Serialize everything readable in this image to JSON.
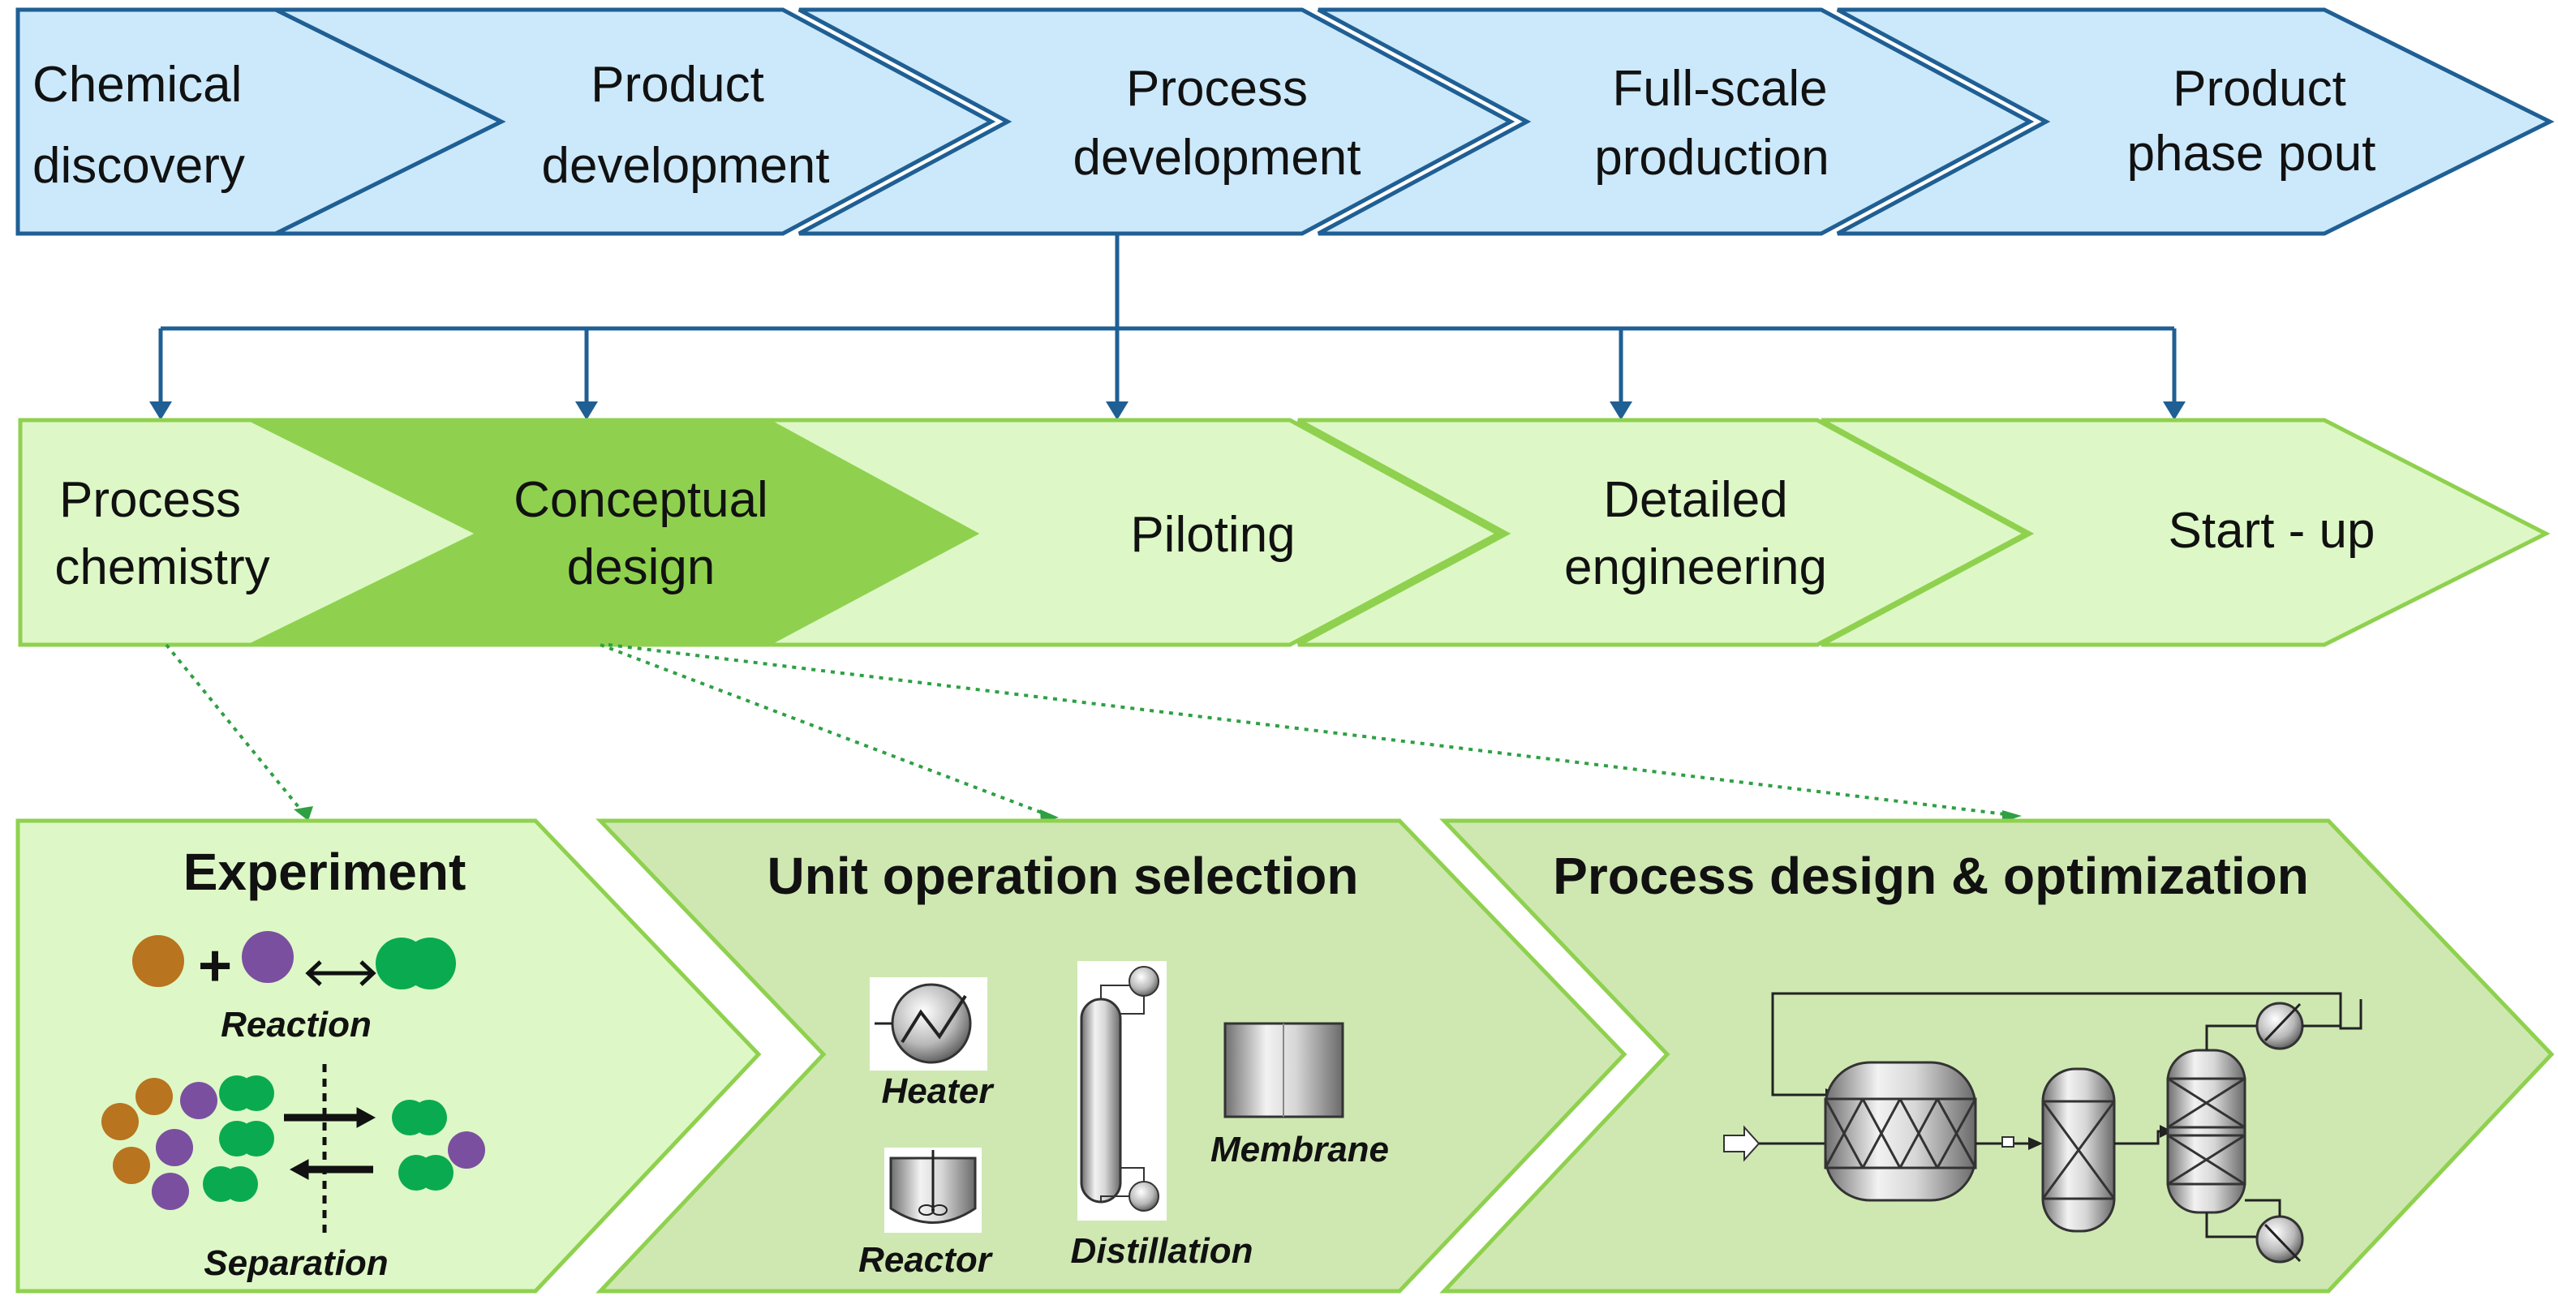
{
  "top_row": [
    {
      "line1": "Chemical",
      "line2": "discovery"
    },
    {
      "line1": "Product",
      "line2": "development"
    },
    {
      "line1": "Process",
      "line2": "development"
    },
    {
      "line1": "Full-scale",
      "line2": "production"
    },
    {
      "line1": "Product",
      "line2": "phase pout"
    }
  ],
  "middle_row": [
    {
      "line1": "Process",
      "line2": "chemistry"
    },
    {
      "line1": "Conceptual",
      "line2": "design"
    },
    {
      "line1": "Piloting",
      "line2": ""
    },
    {
      "line1": "Detailed",
      "line2": "engineering"
    },
    {
      "line1": "Start - up",
      "line2": ""
    }
  ],
  "bottom_panels": {
    "experiment": {
      "title": "Experiment",
      "reaction_label": "Reaction",
      "separation_label": "Separation"
    },
    "unit_operation": {
      "title": "Unit operation selection",
      "heater_label": "Heater",
      "reactor_label": "Reactor",
      "distillation_label": "Distillation",
      "membrane_label": "Membrane"
    },
    "process_design": {
      "title": "Process design & optimization"
    }
  },
  "colors": {
    "top_fill": "#cce9fb",
    "top_stroke": "#1f5f94",
    "mid_fill": "#ddf8c6",
    "mid_highlight": "#8fd14f",
    "mid_stroke": "#8fd14f",
    "bottom_fill_light": "#ddf8c6",
    "bottom_fill_dark": "#cfe8b2",
    "connector": "#1f5f94",
    "dotted": "#2ea043",
    "molecule_brown": "#b8741e",
    "molecule_purple": "#7b4fa0",
    "molecule_green": "#0aaa50"
  }
}
